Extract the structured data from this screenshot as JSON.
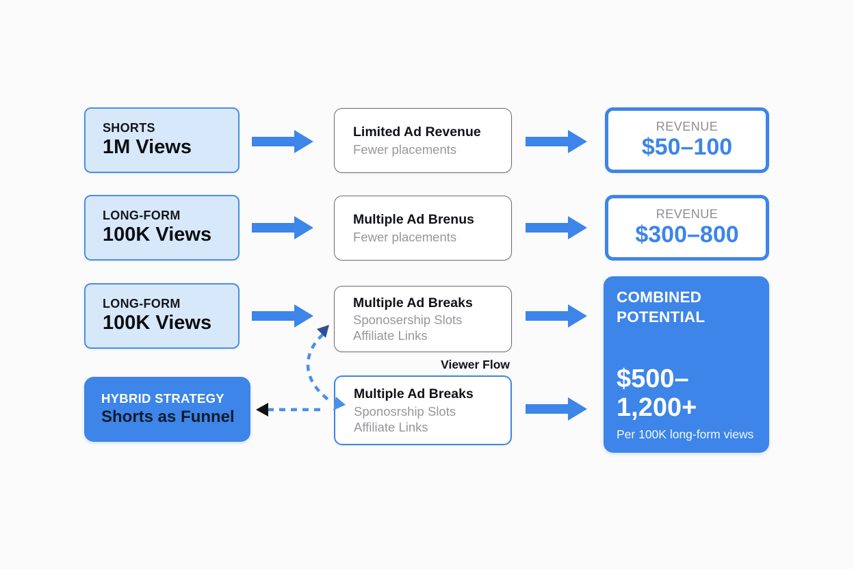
{
  "colors": {
    "accent_blue": "#3d85e8",
    "light_blue_fill": "#d8e8fb",
    "light_blue_border": "#4a90e2",
    "gray_border": "#6e6e73",
    "gray_text": "#8e8e93",
    "dashed_blue": "#4a90e8",
    "navy_arrowhead": "#2f4f96",
    "background": "#fbfbfb"
  },
  "viewer_flow_label": "Viewer Flow",
  "row1": {
    "source_label": "SHORTS",
    "source_value": "1M Views",
    "mid_title": "Limited Ad Revenue",
    "mid_line1": "Fewer placements",
    "revenue_label": "REVENUE",
    "revenue_value": "$50–100"
  },
  "row2": {
    "source_label": "LONG-FORM",
    "source_value": "100K Views",
    "mid_title": "Multiple Ad Brenus",
    "mid_line1": "Fewer placements",
    "revenue_label": "REVENUE",
    "revenue_value": "$300–800"
  },
  "row3": {
    "source_label": "LONG-FORM",
    "source_value": "100K Views",
    "mid_title": "Multiple Ad Breaks",
    "mid_line1": "Sponosership Slots",
    "mid_line2": "Affiliate Links"
  },
  "row4": {
    "source_label": "HYBRID STRATEGY",
    "source_value": "Shorts as Funnel",
    "mid_title": "Multiple Ad Breaks",
    "mid_line1": "Sponosrship Slots",
    "mid_line2": "Affiliate Links"
  },
  "combined": {
    "label": "COMBINED POTENTIAL",
    "value": "$500–1,200+",
    "caption": "Per 100K long-form views"
  }
}
